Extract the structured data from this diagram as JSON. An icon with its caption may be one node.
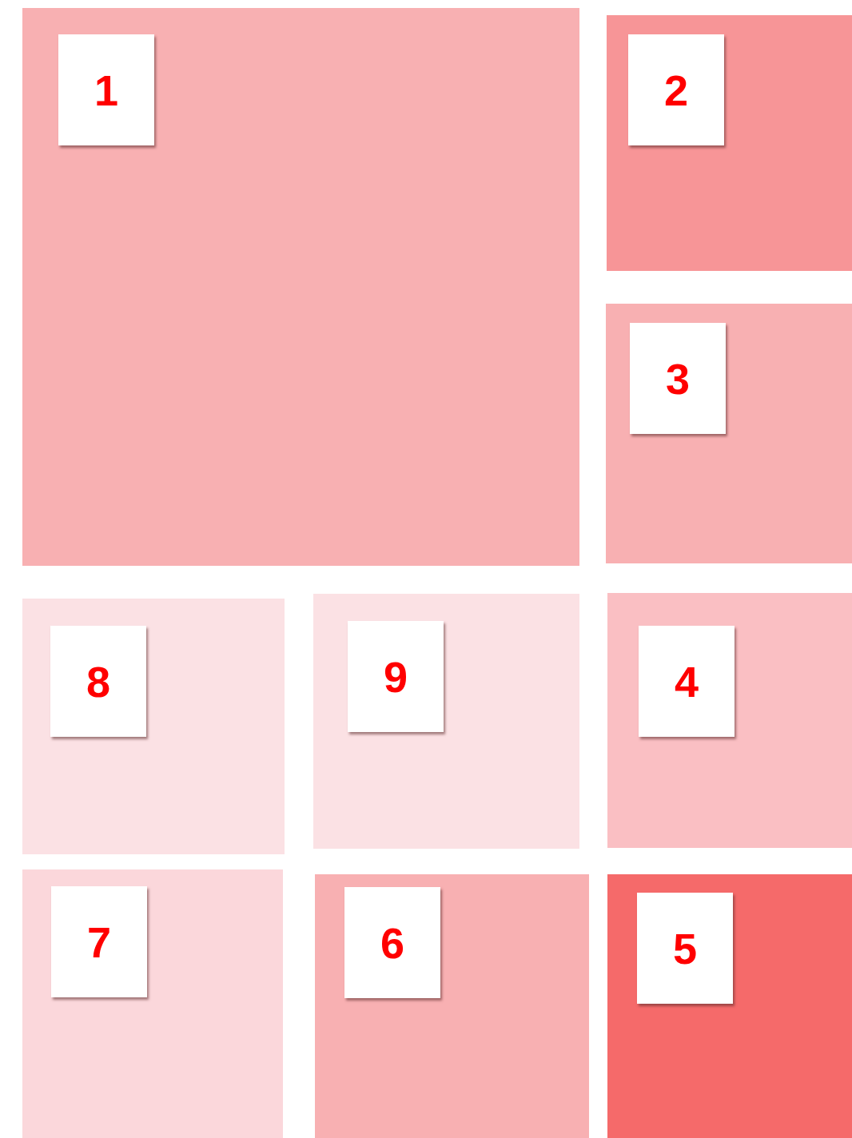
{
  "diagram": {
    "nodes": [
      {
        "text": [],
        "shape": "box"
      },
      {
        "text": [
          "1"
        ],
        "in": 0
      },
      {
        "text": [],
        "shape": "box"
      },
      {
        "text": [
          "2"
        ],
        "in": 2
      },
      {
        "text": [],
        "shape": "box"
      },
      {
        "text": [
          "3"
        ],
        "in": 4
      },
      {
        "text": [],
        "shape": "box"
      },
      {
        "text": [
          "8"
        ],
        "in": 6
      },
      {
        "text": [],
        "shape": "box"
      },
      {
        "text": [
          "9"
        ],
        "in": 8
      },
      {
        "text": [],
        "shape": "box"
      },
      {
        "text": [
          "4"
        ],
        "in": 10
      },
      {
        "text": [],
        "shape": "box"
      },
      {
        "text": [
          "7"
        ],
        "in": 12
      },
      {
        "text": [],
        "shape": "box"
      },
      {
        "text": [
          "6"
        ],
        "in": 14
      },
      {
        "text": [],
        "shape": "box"
      },
      {
        "text": [
          "5"
        ],
        "in": 16
      }
    ]
  }
}
